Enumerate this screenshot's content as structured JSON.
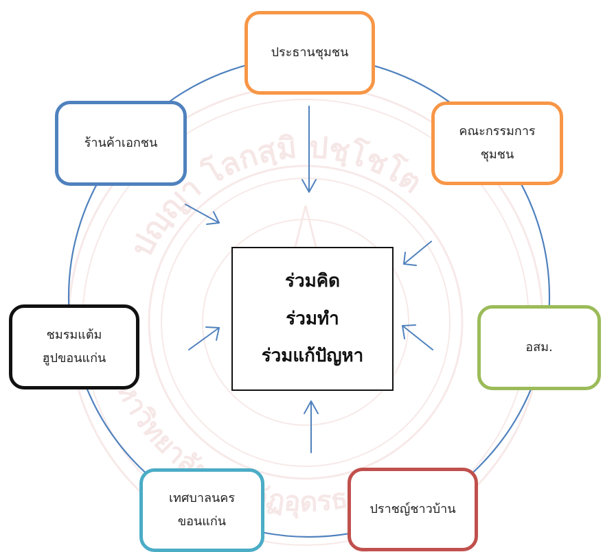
{
  "center": {
    "line1": "ร่วมคิด",
    "line2": "ร่วมทำ",
    "line3": "ร่วมแก้ปัญหา"
  },
  "nodes": {
    "chairman": {
      "line1": "ประธานชุมชน",
      "color": "#F79646"
    },
    "committee": {
      "line1": "คณะกรรมการ",
      "line2": "ชุมชน",
      "color": "#F79646"
    },
    "osm": {
      "line1": "อสม.",
      "color": "#9BBB59"
    },
    "sage": {
      "line1": "ปราชญ์ชาวบ้าน",
      "color": "#C0504D"
    },
    "municipality": {
      "line1": "เทศบาลนคร",
      "line2": "ขอนแก่น",
      "color": "#4BACC6"
    },
    "club": {
      "line1": "ชมรมแต้ม",
      "line2": "ฮูปขอนแก่น",
      "color": "#111111"
    },
    "shop": {
      "line1": "ร้านค้าเอกชน",
      "color": "#4F81BD"
    }
  },
  "colors": {
    "ring": "#4F81BD",
    "arrow": "#4F81BD",
    "watermark": "#C0504D"
  },
  "watermark": {
    "top_text": "ปญฺญา โลกสฺมิ ปชฺโชโต",
    "bottom_text": "มหาวิทยาลัยราชภัฏอุดรธานี"
  }
}
